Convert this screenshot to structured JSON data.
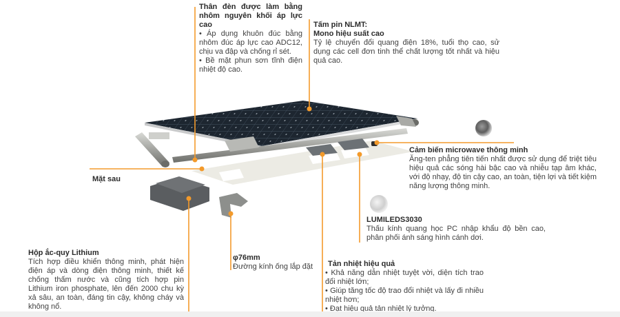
{
  "colors": {
    "accent": "#f39a2b",
    "text": "#3a3a3a",
    "title": "#2b2b2b",
    "panel": "#1f2a33",
    "frame": "#a8a9a6",
    "plate": "#ecebe4"
  },
  "callouts": {
    "body_housing": {
      "title": "Thân đèn được làm bằng nhôm nguyên khối áp lực cao",
      "bullets": [
        "• Áp dụng khuôn đúc bằng nhôm đúc áp lực cao ADC12, chịu va đập và chống rỉ sét.",
        "• Bề mặt phun sơn tĩnh điện nhiệt độ cao."
      ]
    },
    "solar_panel": {
      "title_line1": "Tấm pin NLMT:",
      "title_line2": "Mono hiệu suất cao",
      "body": "Tỷ lệ chuyển đổi quang điện 18%, tuổi thọ cao, sử dụng các cell đơn tinh thể chất lượng tốt nhất và hiệu quả cao."
    },
    "back_cover": {
      "title": "Mặt sau"
    },
    "microwave_sensor": {
      "title": "Cảm biến microwave thông minh",
      "body": "Ăng-ten phẳng tiên tiến nhất được sử dụng để triệt tiêu hiệu quả các sóng hài bậc cao và nhiễu tạp âm khác, với độ nhạy, độ tin cậy cao, an toàn, tiện lợi và tiết kiệm năng lượng thông minh."
    },
    "led_chip": {
      "title": "LUMILEDS3030",
      "body": "Thấu kính quang học PC nhập khẩu độ bền cao, phân phối ánh sáng hình cánh dơi."
    },
    "battery_box": {
      "title": "Hộp ắc-quy Lithium",
      "body": "Tích hợp điều khiển thông minh, phát hiện điện áp và dòng điện thông minh, thiết kế chống thấm nước và cũng tích hợp pin Lithium iron phosphate, lên đến 2000 chu kỳ xả sâu, an toàn, đáng tin cậy, không cháy và không nổ."
    },
    "pole_mount": {
      "title": "φ76mm",
      "body": "Đường kính ống lắp đặt"
    },
    "heat_sink": {
      "title": "Tản nhiệt hiệu quả",
      "bullets": [
        "• Khả năng dẫn nhiệt tuyệt vời, diện tích trao đổi nhiệt lớn;",
        "• Giúp tăng tốc độ trao đổi nhiệt và lấy đi nhiều nhiệt hơn;",
        "• Đạt hiệu quả tản nhiệt lý tưởng."
      ]
    }
  }
}
